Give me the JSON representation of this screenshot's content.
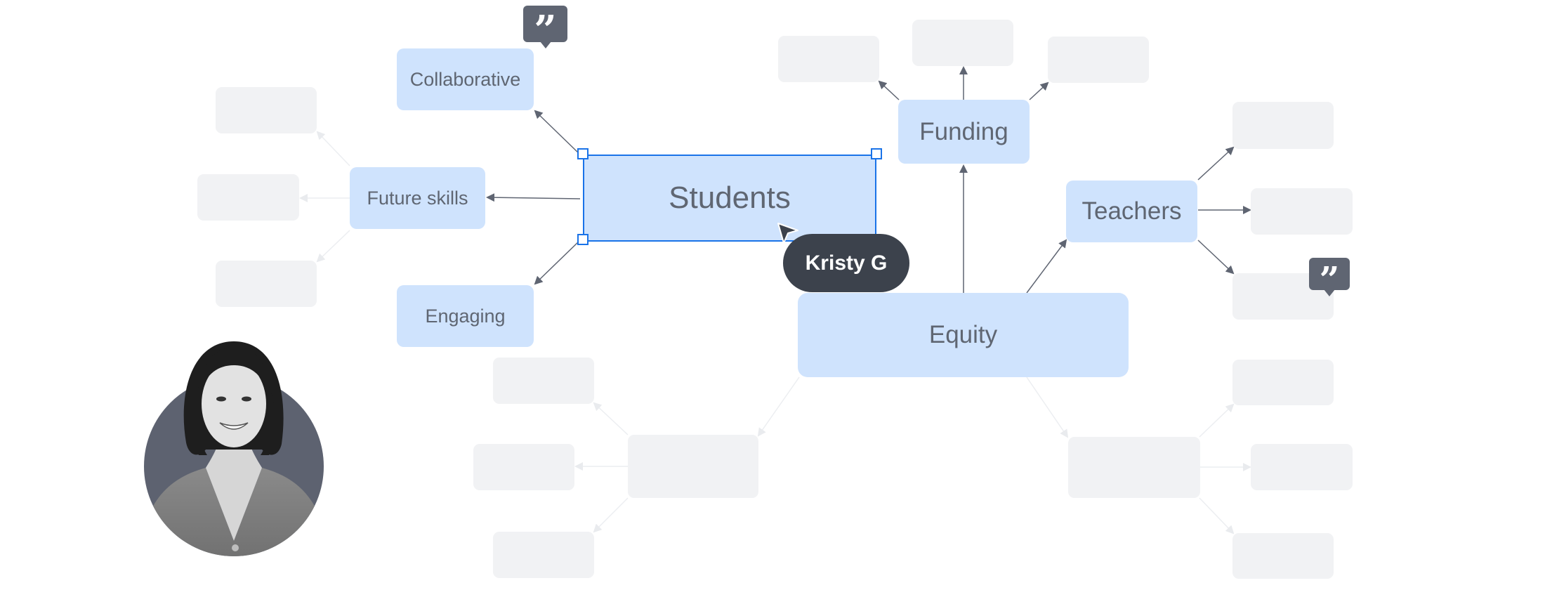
{
  "canvas": {
    "colors": {
      "primary_node": "#cfe3fd",
      "blank_node": "#f1f2f4",
      "node_text": "#5f6672",
      "selection": "#1a73e8",
      "connector": "#5f6572",
      "faded_connector": "#e4e6ea",
      "comment_bubble": "#5f6572",
      "cursor_label": "#3c424c"
    },
    "nodes": {
      "students": "Students",
      "collaborative": "Collaborative",
      "future_skills": "Future skills",
      "engaging": "Engaging",
      "funding": "Funding",
      "teachers": "Teachers",
      "equity": "Equity"
    },
    "comment_icon_glyph": "”",
    "collaborator": {
      "name": "Kristy G",
      "cursor_icon": "pointer-cursor"
    },
    "avatar": {
      "alt": "Collaborator photo",
      "icon": "user-photo"
    }
  }
}
